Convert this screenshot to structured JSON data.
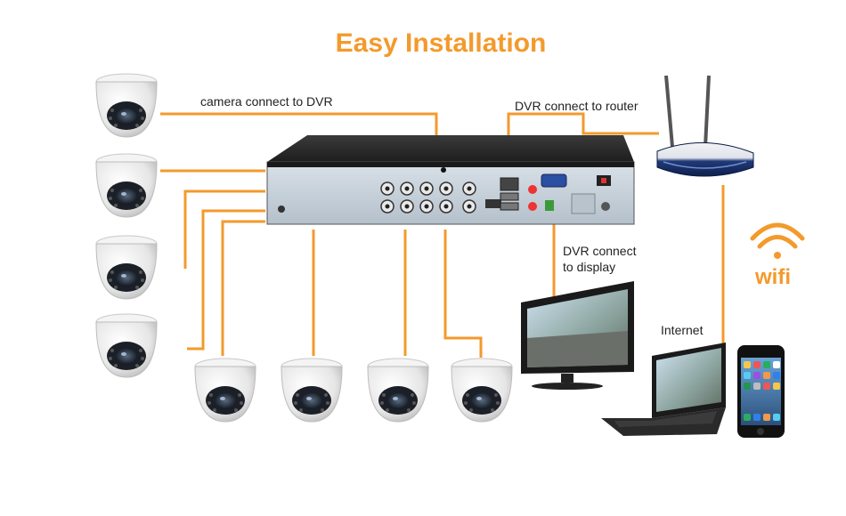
{
  "title": "Easy Installation",
  "labels": {
    "camera_to_dvr": "camera connect to DVR",
    "dvr_to_router": "DVR connect to router",
    "dvr_to_display_line1": "DVR connect",
    "dvr_to_display_line2": "to display",
    "internet": "Internet",
    "wifi": "wifi"
  },
  "colors": {
    "accent": "#f39a2c",
    "wire": "#f39a2c",
    "dvr_body": "#2b2b2b",
    "dvr_panel": "#c9d3dc"
  },
  "icons": {
    "camera": "dome-camera-icon",
    "dvr": "dvr-recorder-icon",
    "router": "wifi-router-icon",
    "monitor": "monitor-icon",
    "laptop": "laptop-icon",
    "phone": "smartphone-icon",
    "wifi": "wifi-signal-icon"
  }
}
